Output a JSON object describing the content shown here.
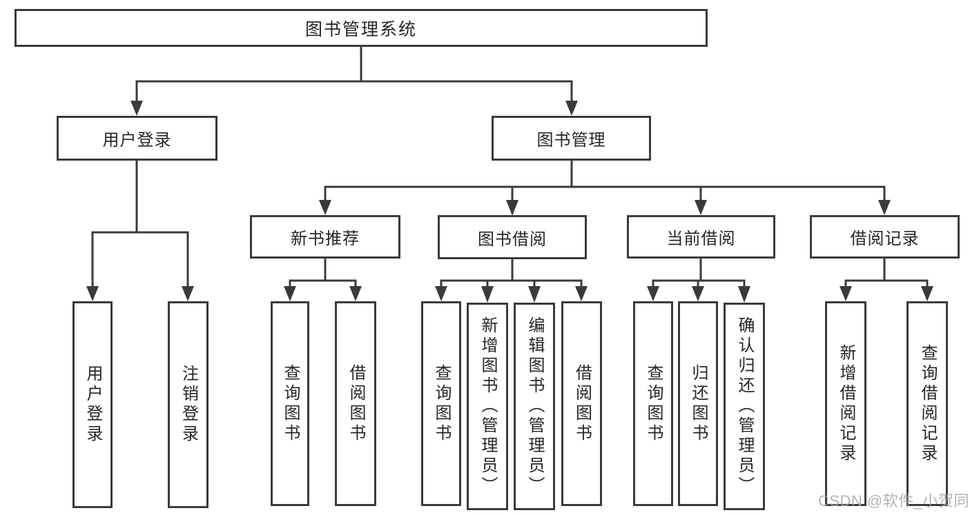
{
  "diagram": {
    "title": "图书管理系统",
    "level2": {
      "user_login": "用户登录",
      "book_mgmt": "图书管理"
    },
    "level3": {
      "new_book_rec": "新书推荐",
      "book_borrow": "图书借阅",
      "current_borrow": "当前借阅",
      "borrow_records": "借阅记录"
    },
    "leaves": {
      "user_login": "用户登录",
      "logout": "注销登录",
      "query_books_1": "查询图书",
      "borrow_books_1": "借阅图书",
      "query_books_2": "查询图书",
      "add_book_admin": "新增图书（管理员）",
      "edit_book_admin": "编辑图书（管理员）",
      "borrow_books_2": "借阅图书",
      "query_books_3": "查询图书",
      "return_books": "归还图书",
      "confirm_return_admin": "确认归还（管理员）",
      "add_borrow_record": "新增借阅记录",
      "query_borrow_record": "查询借阅记录"
    }
  },
  "watermark": "CSDN @软件_小贺同学",
  "colors": {
    "line": "#3a3a3a",
    "text": "#262626",
    "watermark": "#a6a6a6",
    "background": "#ffffff"
  }
}
